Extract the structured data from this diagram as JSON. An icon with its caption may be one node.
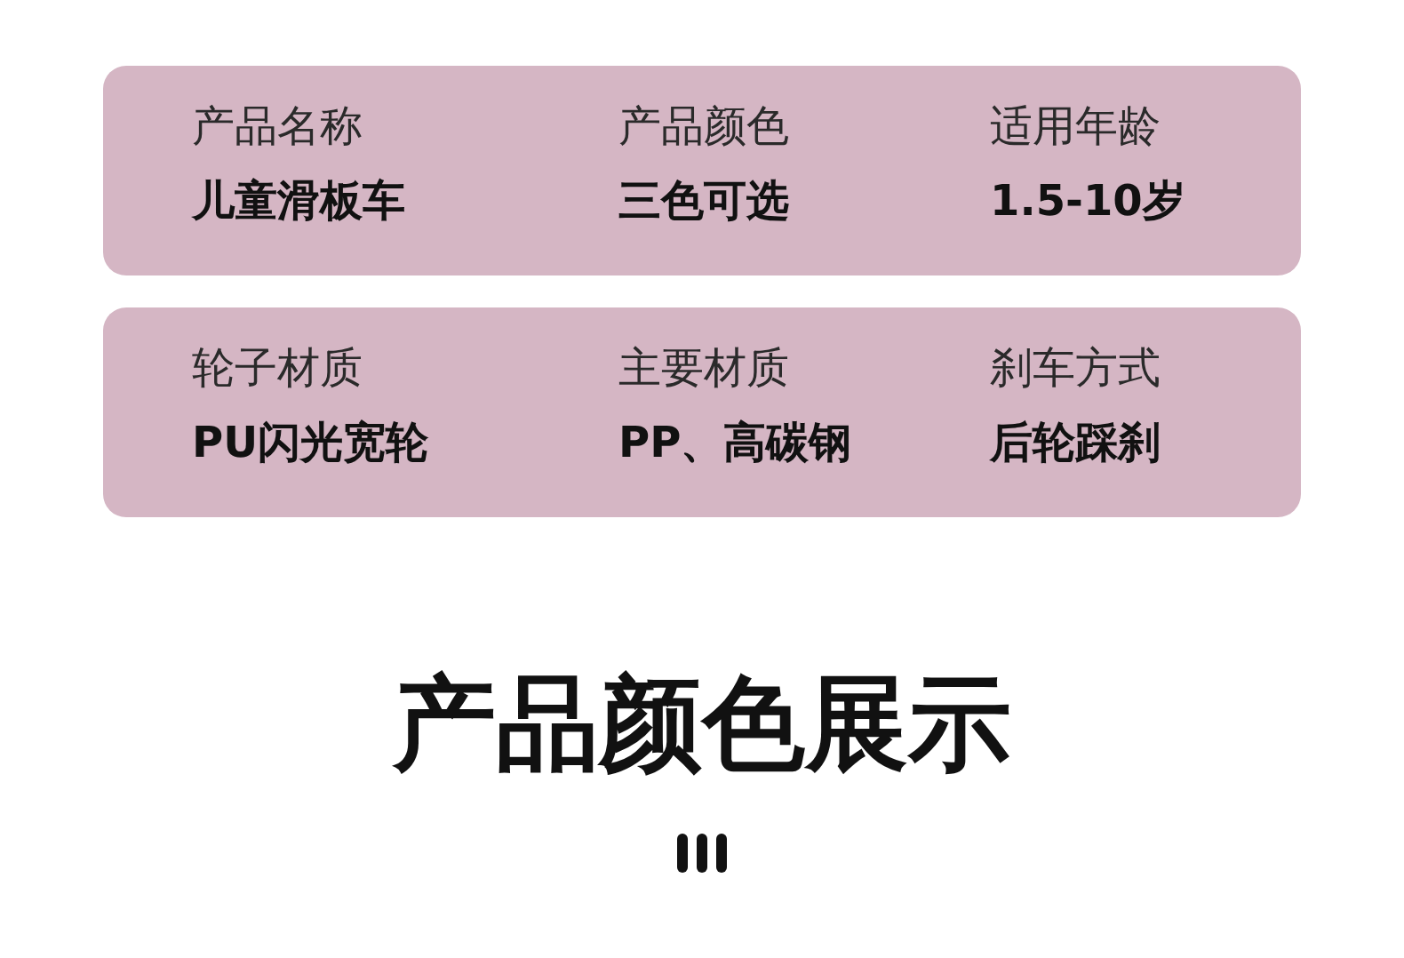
{
  "diagram": {
    "title": "产品颜色展示",
    "nodes": [
      {
        "text": [
          "产品名称",
          "儿童滑板车",
          "产品颜色",
          "三色可选",
          "适用年龄",
          "1.5-10岁"
        ]
      },
      {
        "text": [
          "轮子材质",
          "PU闪光宽轮",
          "主要材质",
          "PP、高碳钢",
          "刹车方式",
          "后轮踩刹"
        ]
      }
    ]
  }
}
